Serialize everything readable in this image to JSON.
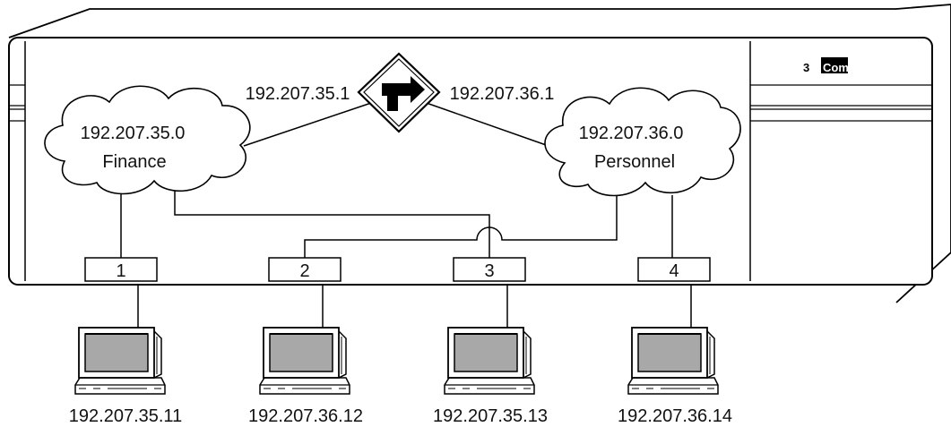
{
  "brand": {
    "prefix": "3",
    "name": "Com"
  },
  "router": {
    "left_ip": "192.207.35.1",
    "right_ip": "192.207.36.1"
  },
  "clouds": [
    {
      "network": "192.207.35.0",
      "name": "Finance"
    },
    {
      "network": "192.207.36.0",
      "name": "Personnel"
    }
  ],
  "ports": [
    "1",
    "2",
    "3",
    "4"
  ],
  "computers": [
    "192.207.35.11",
    "192.207.36.12",
    "192.207.35.13",
    "192.207.36.14"
  ]
}
